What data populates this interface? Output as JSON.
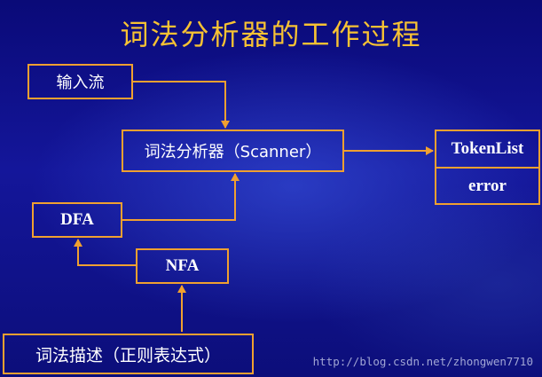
{
  "title": "词法分析器的工作过程",
  "nodes": {
    "input_stream": "输入流",
    "scanner": "词法分析器（Scanner）",
    "token_list": "TokenList",
    "error": "error",
    "dfa": "DFA",
    "nfa": "NFA",
    "lexical_spec": "词法描述（正则表达式）"
  },
  "watermark": "http://blog.csdn.net/zhongwen7710",
  "colors": {
    "accent": "#f0a030",
    "title": "#f7c233",
    "background": "#14169a",
    "text": "#ffffff"
  }
}
